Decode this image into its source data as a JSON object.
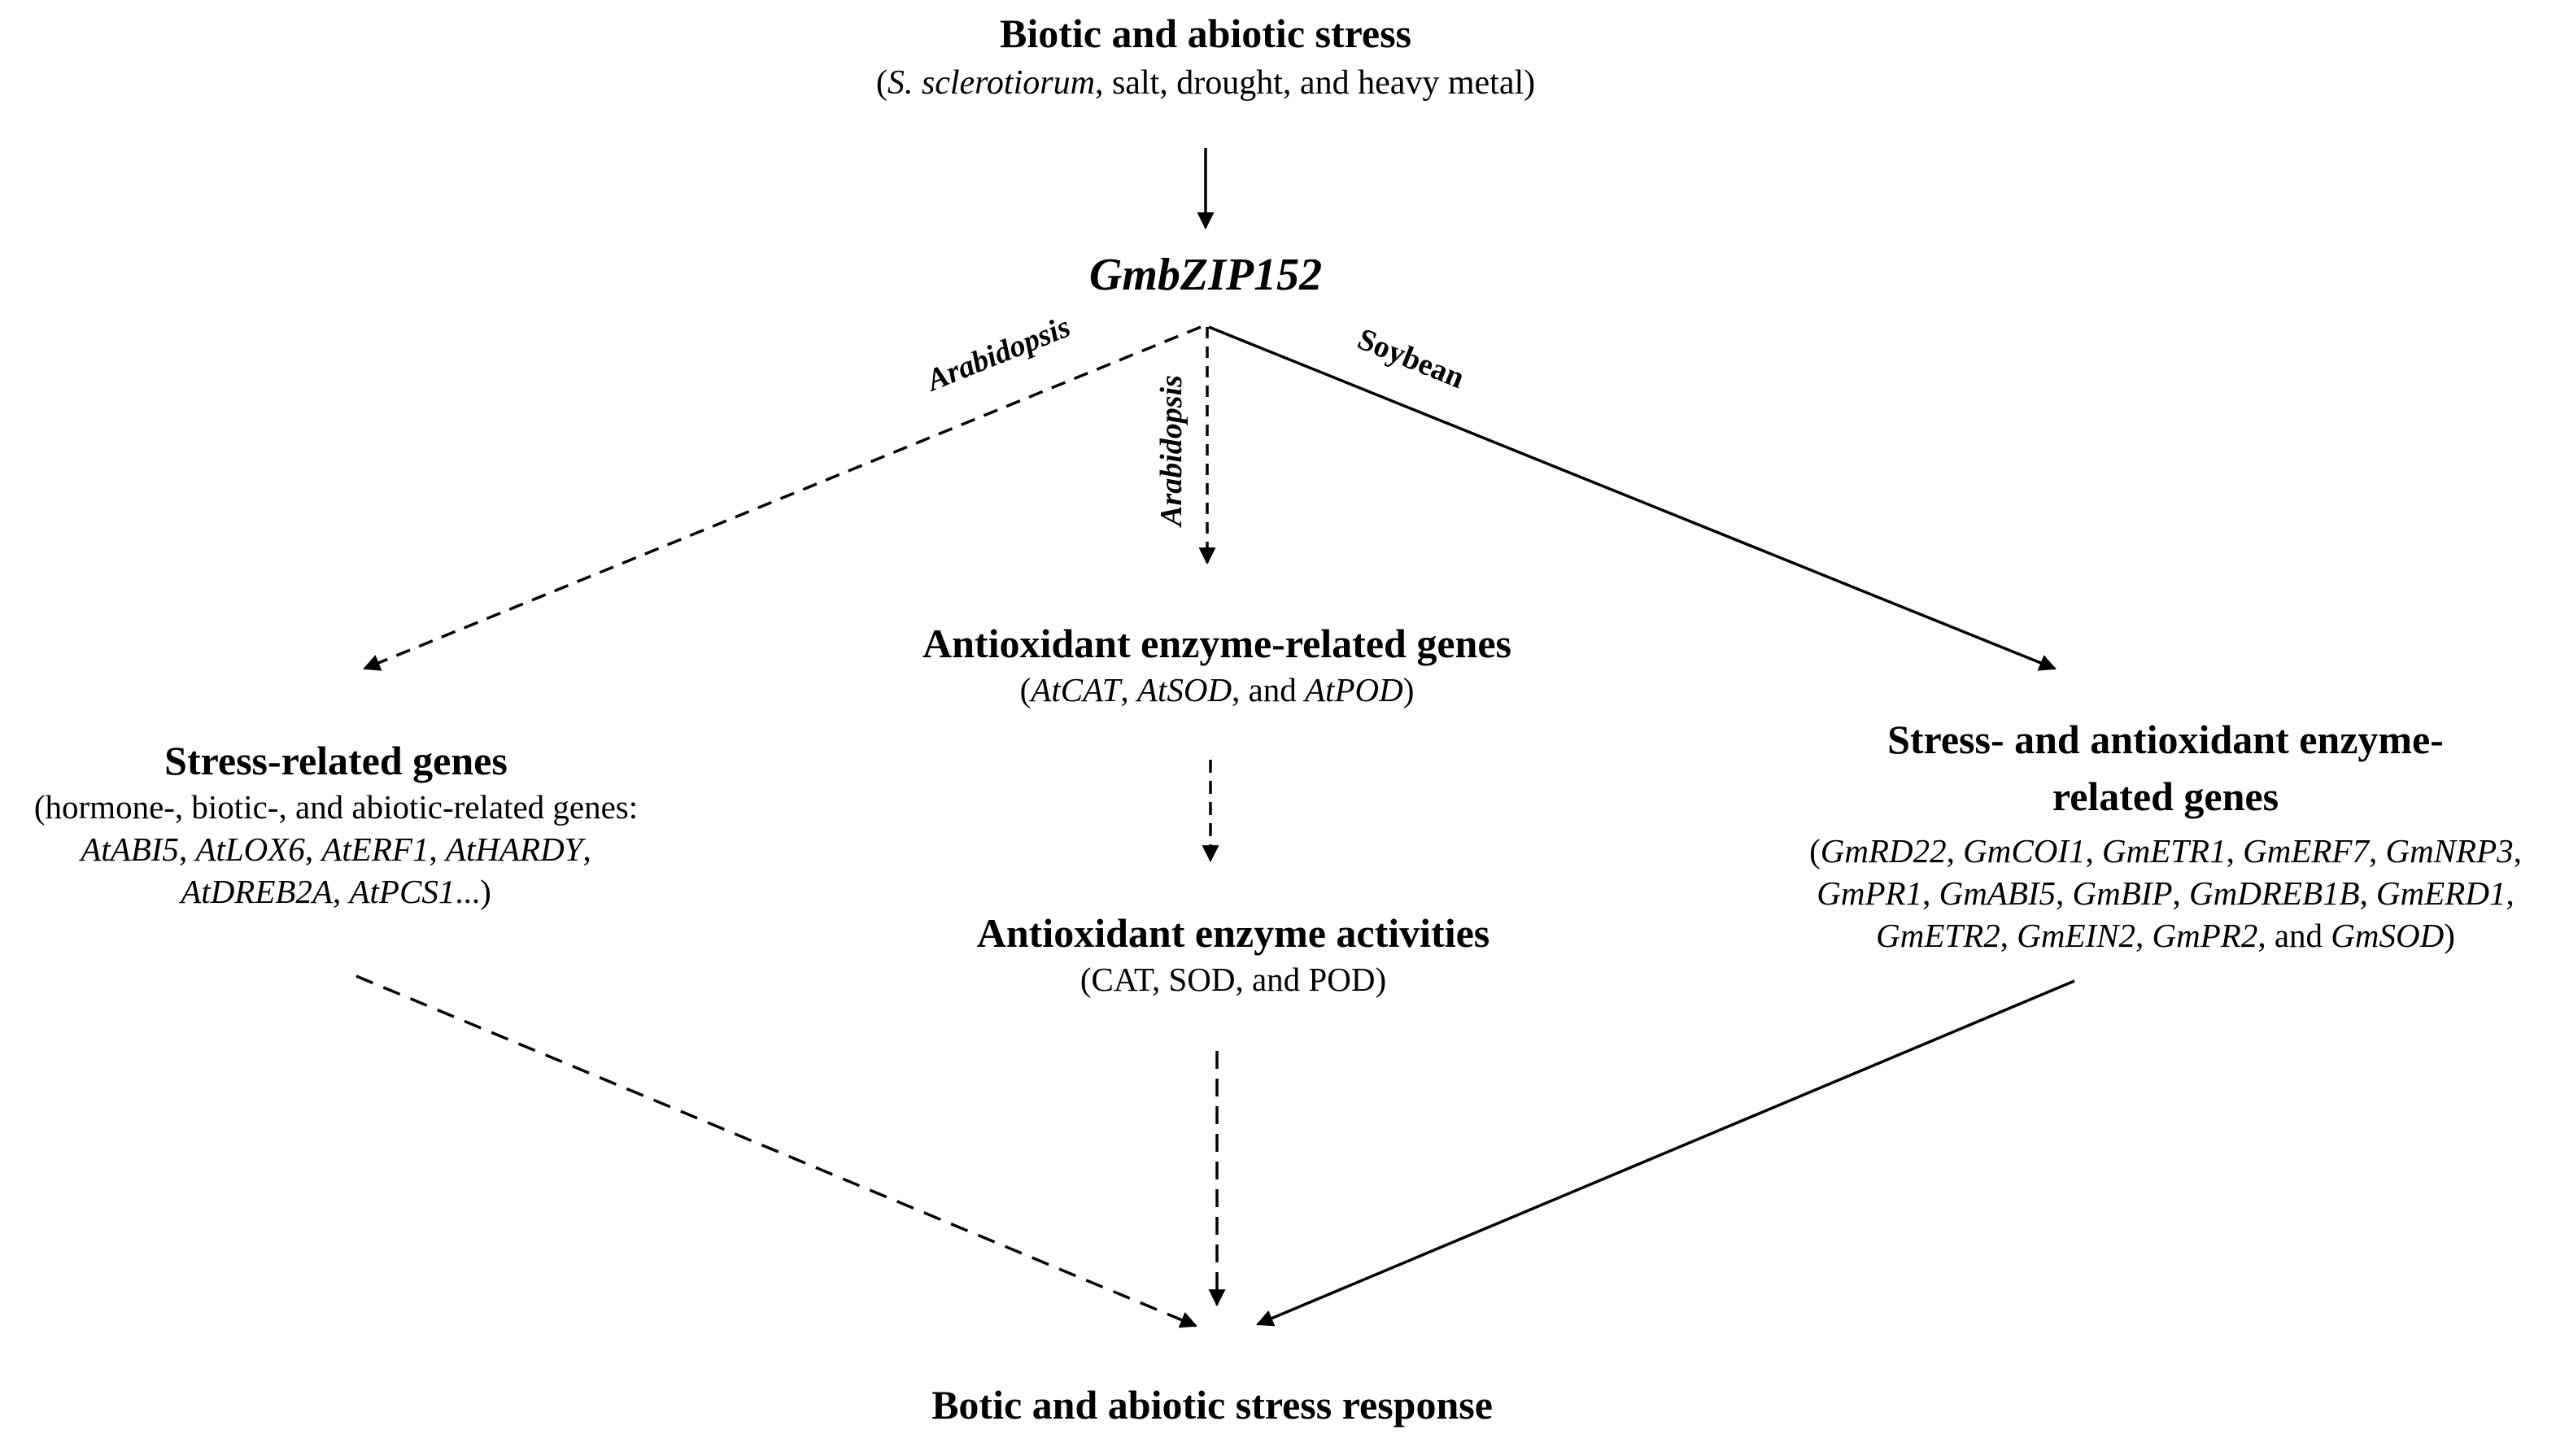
{
  "top": {
    "title": "Biotic and abiotic stress",
    "subtitle": {
      "open": "(",
      "pathogen": "S. sclerotiorum",
      "rest": ", salt, drought, and heavy metal",
      "close": ")"
    }
  },
  "gene": "GmbZIP152",
  "edge_labels": {
    "left": "Arabidopsis",
    "middle": "Arabidopsis",
    "right": "Soybean"
  },
  "left_box": {
    "title": "Stress-related genes",
    "line1": "(hormone-, biotic-, and abiotic-related genes:",
    "line2": [
      "AtABI5",
      "AtLOX6",
      "AtERF1",
      "AtHARDY"
    ],
    "line3": [
      "AtDREB2A",
      "AtPCS1"
    ],
    "line3_suffix": "...)"
  },
  "middle_box": {
    "title": "Antioxidant enzyme-related genes",
    "genes": [
      "AtCAT",
      "AtSOD",
      "AtPOD"
    ],
    "and": "and"
  },
  "activities_box": {
    "title": "Antioxidant enzyme activities",
    "detail": "(CAT, SOD, and POD)"
  },
  "right_box": {
    "title_line1": "Stress- and antioxidant enzyme-",
    "title_line2": "related genes",
    "row1": [
      "GmRD22",
      "GmCOI1",
      "GmETR1",
      "GmERF7",
      "GmNRP3"
    ],
    "row2": [
      "GmPR1",
      "GmABI5",
      "GmBIP",
      "GmDREB1B",
      "GmERD1"
    ],
    "row3": [
      "GmETR2",
      "GmEIN2",
      "GmPR2"
    ],
    "row3_last": "GmSOD",
    "and": "and"
  },
  "bottom": {
    "title": "Botic and abiotic stress response"
  },
  "colors": {
    "ink": "#000000",
    "background": "#ffffff"
  },
  "edge_styles": {
    "arabidopsis": "dashed",
    "soybean": "solid"
  }
}
